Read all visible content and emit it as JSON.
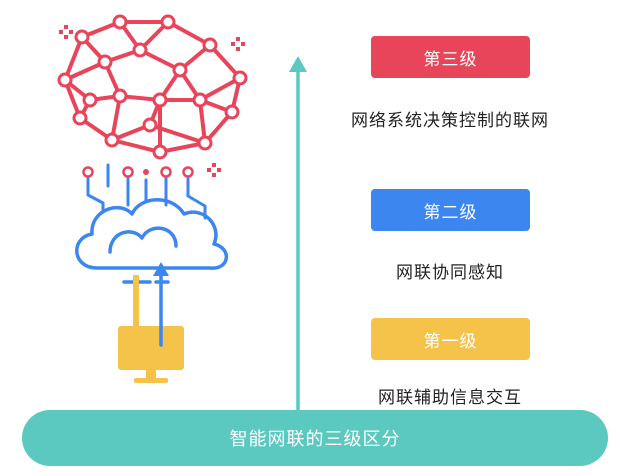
{
  "levels": [
    {
      "label": "第三级",
      "description": "网络系统决策控制的联网",
      "color": "#E8455A"
    },
    {
      "label": "第二级",
      "description": "网联协同感知",
      "color": "#3C86F0"
    },
    {
      "label": "第一级",
      "description": "网联辅助信息交互",
      "color": "#F6C34A"
    }
  ],
  "banner": {
    "label": "智能网联的三级区分",
    "color": "#5CC9C1"
  },
  "colors": {
    "brain": "#E8455A",
    "cloud": "#3C86F0",
    "monitor": "#F6C34A",
    "arrow": "#5CC9C1"
  }
}
